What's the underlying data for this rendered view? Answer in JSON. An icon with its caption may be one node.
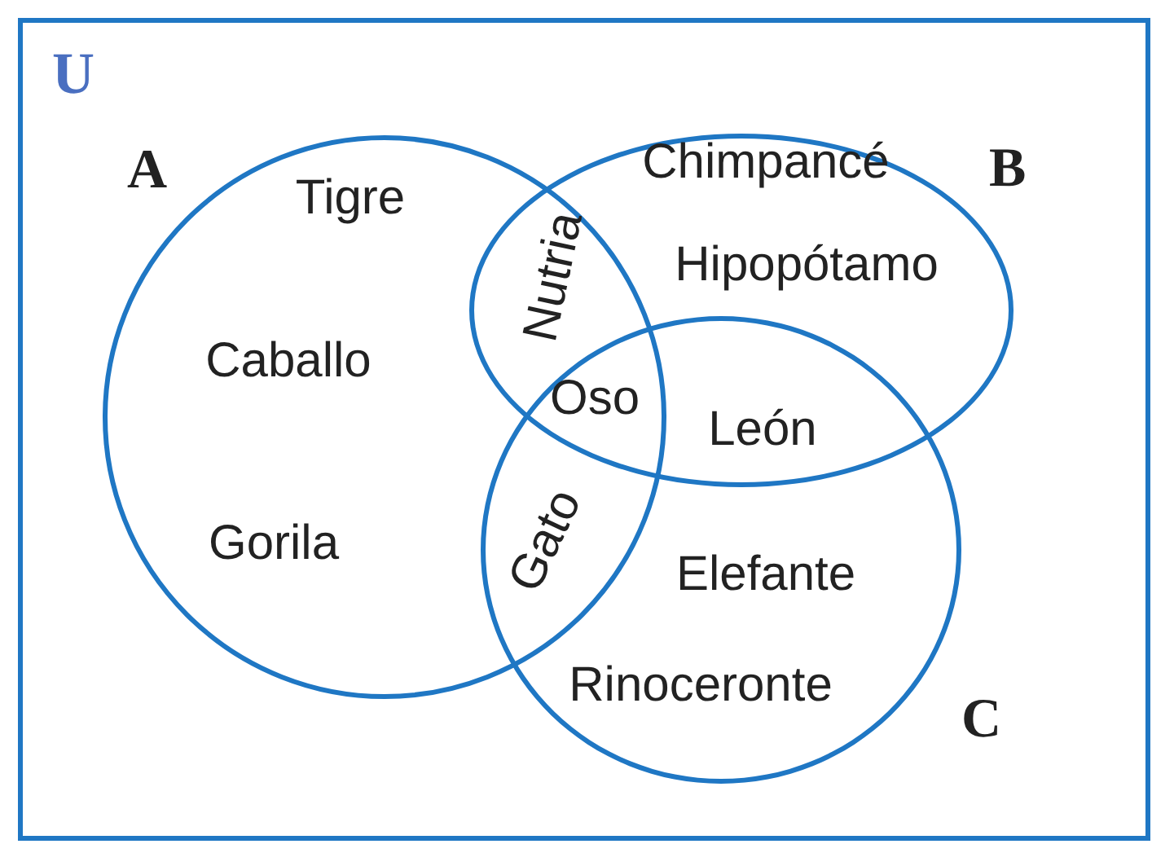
{
  "diagram": {
    "nodes": [
      {
        "text": [
          "U"
        ]
      },
      {
        "text": [
          "A"
        ],
        "in": 0
      },
      {
        "text": [
          "B"
        ],
        "in": 0
      },
      {
        "text": [
          "C"
        ],
        "in": 0
      }
    ],
    "labels": [
      "Tigre",
      "Chimpancé",
      "Hipopótamo",
      "Caballo",
      "Nutria",
      "Oso",
      "León",
      "Gato",
      "Gorila",
      "Elefante",
      "Rinoceronte"
    ]
  }
}
